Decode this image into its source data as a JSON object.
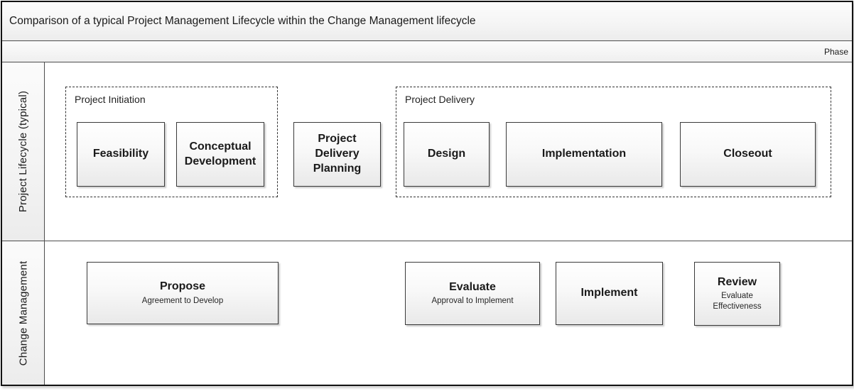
{
  "header": {
    "title": "Comparison of a typical Project Management Lifecycle within the Change Management lifecycle",
    "phase_label": "Phase"
  },
  "project_lane": {
    "label": "Project Lifecycle (typical)",
    "initiation_group": {
      "label": "Project Initiation",
      "feasibility": "Feasibility",
      "conceptual_development": "Conceptual Development"
    },
    "planning": "Project Delivery Planning",
    "delivery_group": {
      "label": "Project Delivery",
      "design": "Design",
      "implementation": "Implementation",
      "closeout": "Closeout"
    }
  },
  "change_lane": {
    "label": "Change Management",
    "propose": {
      "title": "Propose",
      "subtitle": "Agreement to Develop"
    },
    "evaluate": {
      "title": "Evaluate",
      "subtitle": "Approval to Implement"
    },
    "implement": {
      "title": "Implement"
    },
    "review": {
      "title": "Review",
      "subtitle": "Evaluate Effectiveness"
    }
  },
  "colors": {
    "frame_border": "#121212",
    "grid_divider": "#4d4d4d",
    "box_border": "#3a3a3a",
    "box_fill_top": "#ffffff",
    "box_fill_bottom": "#e9e9e9",
    "dashed_group_border": "#333333",
    "text": "#1a1a1a"
  }
}
